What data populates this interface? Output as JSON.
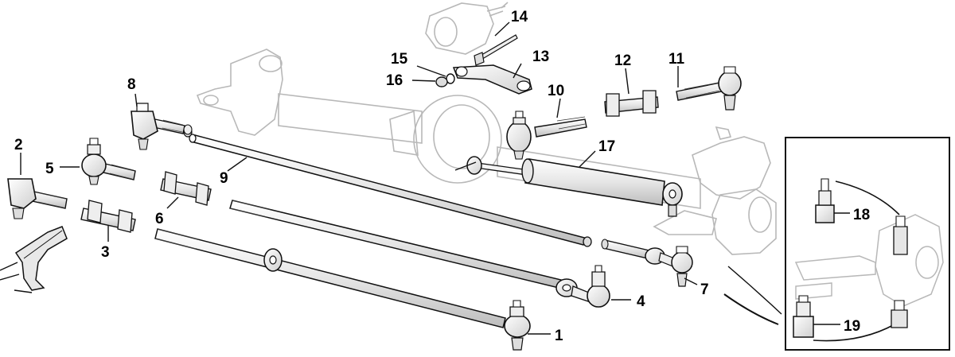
{
  "diagram": {
    "callouts": [
      {
        "id": "1",
        "label": "1"
      },
      {
        "id": "2",
        "label": "2"
      },
      {
        "id": "3",
        "label": "3"
      },
      {
        "id": "4",
        "label": "4"
      },
      {
        "id": "5",
        "label": "5"
      },
      {
        "id": "6",
        "label": "6"
      },
      {
        "id": "7",
        "label": "7"
      },
      {
        "id": "8",
        "label": "8"
      },
      {
        "id": "9",
        "label": "9"
      },
      {
        "id": "10",
        "label": "10"
      },
      {
        "id": "11",
        "label": "11"
      },
      {
        "id": "12",
        "label": "12"
      },
      {
        "id": "13",
        "label": "13"
      },
      {
        "id": "14",
        "label": "14"
      },
      {
        "id": "15",
        "label": "15"
      },
      {
        "id": "16",
        "label": "16"
      },
      {
        "id": "17",
        "label": "17"
      },
      {
        "id": "18",
        "label": "18"
      },
      {
        "id": "19",
        "label": "19"
      }
    ],
    "colors": {
      "ink": "#111111",
      "ghost": "#b8b8b8",
      "part_fill": "#f2f2f2",
      "shade": "#d6d6d6"
    }
  }
}
